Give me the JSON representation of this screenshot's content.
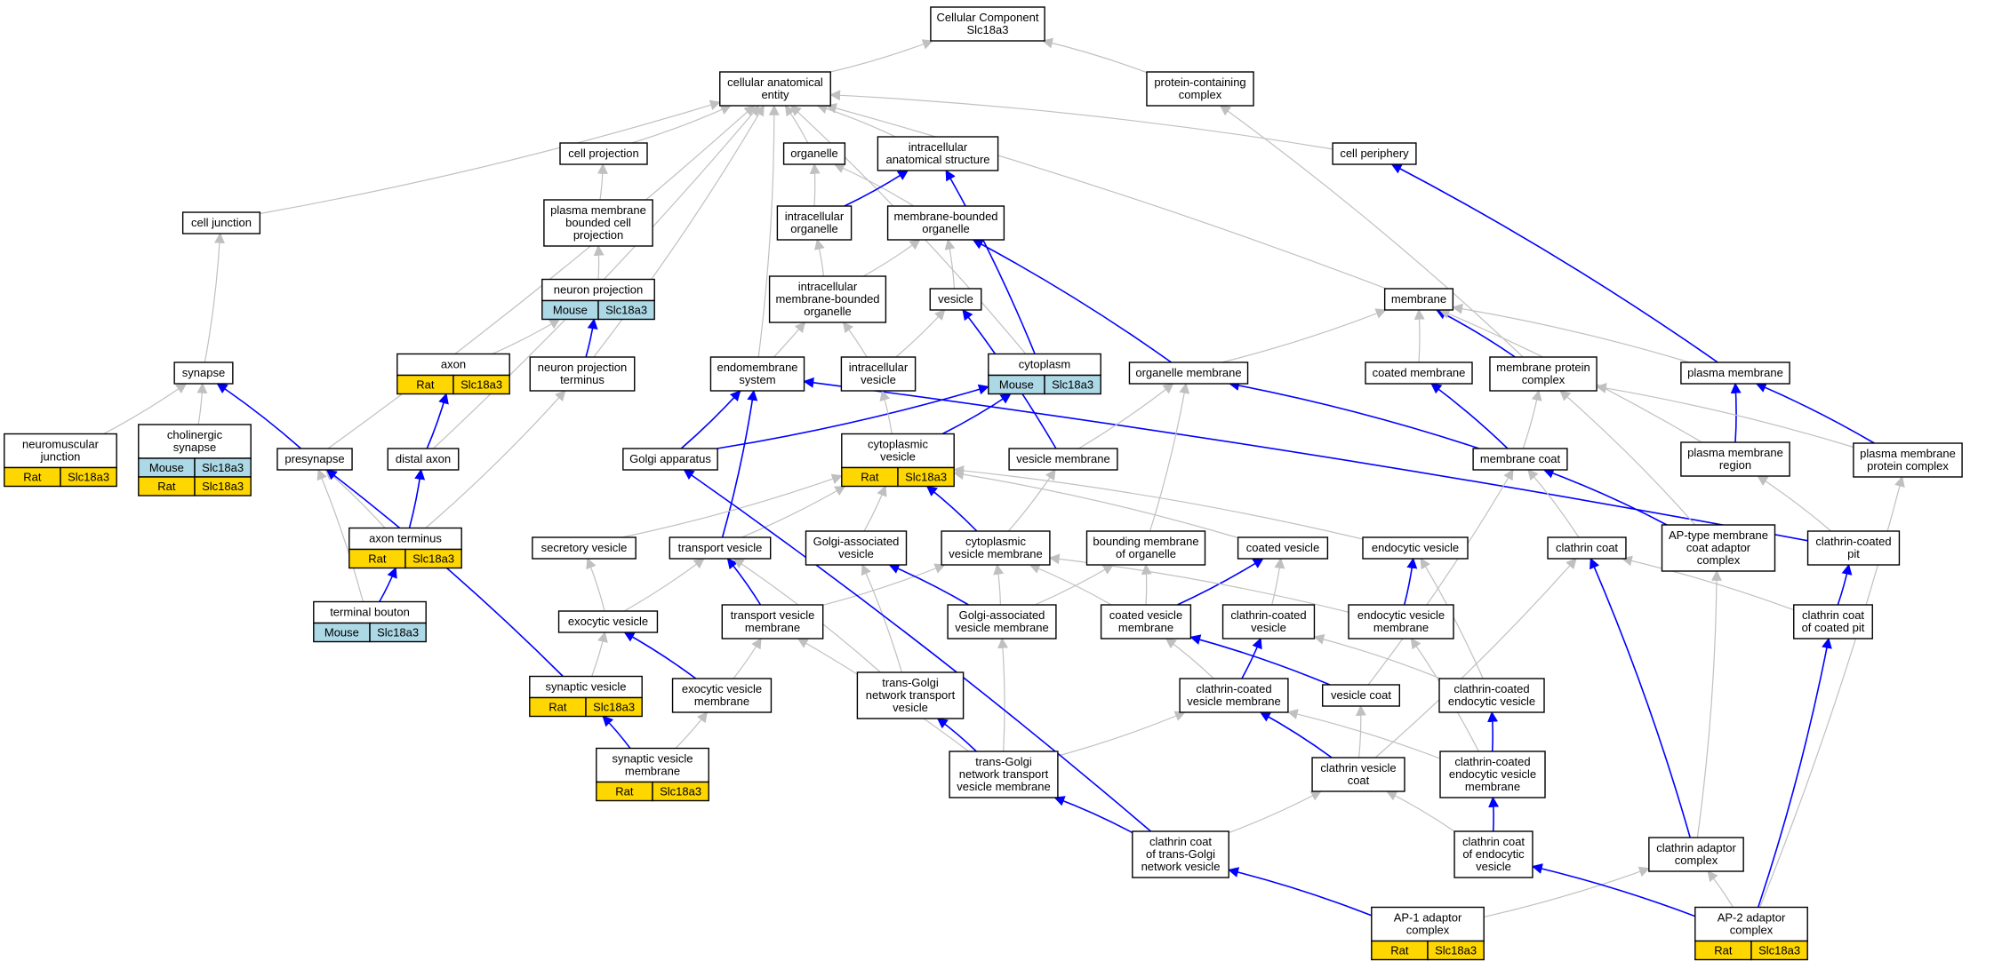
{
  "nodes": [
    {
      "id": "root",
      "label": [
        "Cellular Component",
        "Slc18a3"
      ]
    },
    {
      "id": "cae",
      "label": [
        "cellular anatomical",
        "entity"
      ]
    },
    {
      "id": "pcc",
      "label": [
        "protein-containing",
        "complex"
      ]
    },
    {
      "id": "cellproj",
      "label": [
        "cell projection"
      ]
    },
    {
      "id": "organelle",
      "label": [
        "organelle"
      ]
    },
    {
      "id": "ias",
      "label": [
        "intracellular",
        "anatomical structure"
      ]
    },
    {
      "id": "cellper",
      "label": [
        "cell periphery"
      ]
    },
    {
      "id": "celljunc",
      "label": [
        "cell junction"
      ]
    },
    {
      "id": "pmbcp",
      "label": [
        "plasma membrane",
        "bounded cell",
        "projection"
      ]
    },
    {
      "id": "intorg",
      "label": [
        "intracellular",
        "organelle"
      ]
    },
    {
      "id": "mbo",
      "label": [
        "membrane-bounded",
        "organelle"
      ]
    },
    {
      "id": "neuproj",
      "label": [
        "neuron projection"
      ],
      "tags": [
        {
          "org": "Mouse",
          "gene": "Slc18a3"
        }
      ]
    },
    {
      "id": "imbo",
      "label": [
        "intracellular",
        "membrane-bounded",
        "organelle"
      ]
    },
    {
      "id": "vesicle",
      "label": [
        "vesicle"
      ]
    },
    {
      "id": "membrane",
      "label": [
        "membrane"
      ]
    },
    {
      "id": "axon",
      "label": [
        "axon"
      ],
      "tags": [
        {
          "org": "Rat",
          "gene": "Slc18a3"
        }
      ]
    },
    {
      "id": "synapse",
      "label": [
        "synapse"
      ]
    },
    {
      "id": "npt",
      "label": [
        "neuron projection",
        "terminus"
      ]
    },
    {
      "id": "endomem",
      "label": [
        "endomembrane",
        "system"
      ]
    },
    {
      "id": "intves",
      "label": [
        "intracellular",
        "vesicle"
      ]
    },
    {
      "id": "cytoplasm",
      "label": [
        "cytoplasm"
      ],
      "tags": [
        {
          "org": "Mouse",
          "gene": "Slc18a3"
        }
      ]
    },
    {
      "id": "orgmem",
      "label": [
        "organelle membrane"
      ]
    },
    {
      "id": "coatmem",
      "label": [
        "coated membrane"
      ]
    },
    {
      "id": "mpc",
      "label": [
        "membrane protein",
        "complex"
      ]
    },
    {
      "id": "pm",
      "label": [
        "plasma membrane"
      ]
    },
    {
      "id": "nmj",
      "label": [
        "neuromuscular",
        "junction"
      ],
      "tags": [
        {
          "org": "Rat",
          "gene": "Slc18a3"
        }
      ]
    },
    {
      "id": "cholsyn",
      "label": [
        "cholinergic",
        "synapse"
      ],
      "tags": [
        {
          "org": "Mouse",
          "gene": "Slc18a3"
        },
        {
          "org": "Rat",
          "gene": "Slc18a3"
        }
      ]
    },
    {
      "id": "presyn",
      "label": [
        "presynapse"
      ]
    },
    {
      "id": "distaxon",
      "label": [
        "distal axon"
      ]
    },
    {
      "id": "golgi",
      "label": [
        "Golgi apparatus"
      ]
    },
    {
      "id": "cytoves",
      "label": [
        "cytoplasmic",
        "vesicle"
      ],
      "tags": [
        {
          "org": "Rat",
          "gene": "Slc18a3"
        }
      ]
    },
    {
      "id": "vesmem",
      "label": [
        "vesicle membrane"
      ]
    },
    {
      "id": "memcoat",
      "label": [
        "membrane coat"
      ]
    },
    {
      "id": "pmr",
      "label": [
        "plasma membrane",
        "region"
      ]
    },
    {
      "id": "pmpc",
      "label": [
        "plasma membrane",
        "protein complex"
      ]
    },
    {
      "id": "axonterm",
      "label": [
        "axon terminus"
      ],
      "tags": [
        {
          "org": "Rat",
          "gene": "Slc18a3"
        }
      ]
    },
    {
      "id": "secves",
      "label": [
        "secretory vesicle"
      ]
    },
    {
      "id": "transves",
      "label": [
        "transport vesicle"
      ]
    },
    {
      "id": "gav",
      "label": [
        "Golgi-associated",
        "vesicle"
      ]
    },
    {
      "id": "cvm",
      "label": [
        "cytoplasmic",
        "vesicle membrane"
      ]
    },
    {
      "id": "bmo",
      "label": [
        "bounding membrane",
        "of organelle"
      ]
    },
    {
      "id": "coatves",
      "label": [
        "coated vesicle"
      ]
    },
    {
      "id": "endoves",
      "label": [
        "endocytic vesicle"
      ]
    },
    {
      "id": "clathcoat",
      "label": [
        "clathrin coat"
      ]
    },
    {
      "id": "aptype",
      "label": [
        "AP-type membrane",
        "coat adaptor",
        "complex"
      ]
    },
    {
      "id": "ccpit",
      "label": [
        "clathrin-coated",
        "pit"
      ]
    },
    {
      "id": "termbout",
      "label": [
        "terminal bouton"
      ],
      "tags": [
        {
          "org": "Mouse",
          "gene": "Slc18a3"
        }
      ]
    },
    {
      "id": "exoves",
      "label": [
        "exocytic vesicle"
      ]
    },
    {
      "id": "tvm",
      "label": [
        "transport vesicle",
        "membrane"
      ]
    },
    {
      "id": "gavm",
      "label": [
        "Golgi-associated",
        "vesicle membrane"
      ]
    },
    {
      "id": "coatvesmem",
      "label": [
        "coated vesicle",
        "membrane"
      ]
    },
    {
      "id": "ccv",
      "label": [
        "clathrin-coated",
        "vesicle"
      ]
    },
    {
      "id": "evm",
      "label": [
        "endocytic vesicle",
        "membrane"
      ]
    },
    {
      "id": "ccocp",
      "label": [
        "clathrin coat",
        "of coated pit"
      ]
    },
    {
      "id": "synves",
      "label": [
        "synaptic vesicle"
      ],
      "tags": [
        {
          "org": "Rat",
          "gene": "Slc18a3"
        }
      ]
    },
    {
      "id": "exovm",
      "label": [
        "exocytic vesicle",
        "membrane"
      ]
    },
    {
      "id": "tgntv",
      "label": [
        "trans-Golgi",
        "network transport",
        "vesicle"
      ]
    },
    {
      "id": "ccvm",
      "label": [
        "clathrin-coated",
        "vesicle membrane"
      ]
    },
    {
      "id": "vescoat",
      "label": [
        "vesicle coat"
      ]
    },
    {
      "id": "ccev",
      "label": [
        "clathrin-coated",
        "endocytic vesicle"
      ]
    },
    {
      "id": "svm",
      "label": [
        "synaptic vesicle",
        "membrane"
      ],
      "tags": [
        {
          "org": "Rat",
          "gene": "Slc18a3"
        }
      ]
    },
    {
      "id": "tgntvm",
      "label": [
        "trans-Golgi",
        "network transport",
        "vesicle membrane"
      ]
    },
    {
      "id": "cvcoat",
      "label": [
        "clathrin vesicle",
        "coat"
      ]
    },
    {
      "id": "ccevm",
      "label": [
        "clathrin-coated",
        "endocytic vesicle",
        "membrane"
      ]
    },
    {
      "id": "cctgn",
      "label": [
        "clathrin coat",
        "of trans-Golgi",
        "network vesicle"
      ]
    },
    {
      "id": "ccoev",
      "label": [
        "clathrin coat",
        "of endocytic",
        "vesicle"
      ]
    },
    {
      "id": "clathadapt",
      "label": [
        "clathrin adaptor",
        "complex"
      ]
    },
    {
      "id": "ap1",
      "label": [
        "AP-1 adaptor",
        "complex"
      ],
      "tags": [
        {
          "org": "Rat",
          "gene": "Slc18a3"
        }
      ]
    },
    {
      "id": "ap2",
      "label": [
        "AP-2 adaptor",
        "complex"
      ],
      "tags": [
        {
          "org": "Rat",
          "gene": "Slc18a3"
        }
      ]
    }
  ],
  "edges": [
    {
      "from": "cae",
      "to": "root",
      "kind": "is_a"
    },
    {
      "from": "pcc",
      "to": "root",
      "kind": "is_a"
    },
    {
      "from": "cellproj",
      "to": "cae",
      "kind": "is_a"
    },
    {
      "from": "organelle",
      "to": "cae",
      "kind": "is_a"
    },
    {
      "from": "ias",
      "to": "cae",
      "kind": "is_a"
    },
    {
      "from": "cellper",
      "to": "cae",
      "kind": "is_a"
    },
    {
      "from": "celljunc",
      "to": "cae",
      "kind": "is_a"
    },
    {
      "from": "presyn",
      "to": "cae",
      "kind": "is_a"
    },
    {
      "from": "distaxon",
      "to": "cae",
      "kind": "is_a"
    },
    {
      "from": "npt",
      "to": "cae",
      "kind": "is_a"
    },
    {
      "from": "endomem",
      "to": "cae",
      "kind": "is_a"
    },
    {
      "from": "membrane",
      "to": "cae",
      "kind": "is_a"
    },
    {
      "from": "cytoplasm",
      "to": "cae",
      "kind": "is_a"
    },
    {
      "from": "pmbcp",
      "to": "cellproj",
      "kind": "is_a"
    },
    {
      "from": "neuproj",
      "to": "pmbcp",
      "kind": "is_a"
    },
    {
      "from": "intorg",
      "to": "organelle",
      "kind": "is_a"
    },
    {
      "from": "mbo",
      "to": "organelle",
      "kind": "is_a"
    },
    {
      "from": "intorg",
      "to": "ias",
      "kind": "part_of"
    },
    {
      "from": "cytoplasm",
      "to": "ias",
      "kind": "part_of"
    },
    {
      "from": "pm",
      "to": "cellper",
      "kind": "part_of"
    },
    {
      "from": "synapse",
      "to": "celljunc",
      "kind": "is_a"
    },
    {
      "from": "imbo",
      "to": "intorg",
      "kind": "is_a"
    },
    {
      "from": "imbo",
      "to": "mbo",
      "kind": "is_a"
    },
    {
      "from": "vesicle",
      "to": "mbo",
      "kind": "is_a"
    },
    {
      "from": "orgmem",
      "to": "mbo",
      "kind": "part_of"
    },
    {
      "from": "axon",
      "to": "neuproj",
      "kind": "is_a"
    },
    {
      "from": "npt",
      "to": "neuproj",
      "kind": "part_of"
    },
    {
      "from": "golgi",
      "to": "imbo",
      "kind": "is_a"
    },
    {
      "from": "intves",
      "to": "imbo",
      "kind": "is_a"
    },
    {
      "from": "intves",
      "to": "vesicle",
      "kind": "is_a"
    },
    {
      "from": "vesmem",
      "to": "vesicle",
      "kind": "part_of"
    },
    {
      "from": "orgmem",
      "to": "membrane",
      "kind": "is_a"
    },
    {
      "from": "coatmem",
      "to": "membrane",
      "kind": "is_a"
    },
    {
      "from": "mpc",
      "to": "membrane",
      "kind": "part_of"
    },
    {
      "from": "pm",
      "to": "membrane",
      "kind": "is_a"
    },
    {
      "from": "pmr",
      "to": "membrane",
      "kind": "is_a"
    },
    {
      "from": "mpc",
      "to": "pcc",
      "kind": "is_a"
    },
    {
      "from": "distaxon",
      "to": "axon",
      "kind": "part_of"
    },
    {
      "from": "nmj",
      "to": "synapse",
      "kind": "is_a"
    },
    {
      "from": "cholsyn",
      "to": "synapse",
      "kind": "is_a"
    },
    {
      "from": "presyn",
      "to": "synapse",
      "kind": "part_of"
    },
    {
      "from": "axonterm",
      "to": "npt",
      "kind": "is_a"
    },
    {
      "from": "golgi",
      "to": "endomem",
      "kind": "part_of"
    },
    {
      "from": "golgi",
      "to": "cytoplasm",
      "kind": "part_of"
    },
    {
      "from": "transves",
      "to": "endomem",
      "kind": "part_of"
    },
    {
      "from": "ccpit",
      "to": "endomem",
      "kind": "part_of"
    },
    {
      "from": "cytoves",
      "to": "intves",
      "kind": "is_a"
    },
    {
      "from": "cytoves",
      "to": "cytoplasm",
      "kind": "part_of"
    },
    {
      "from": "vesmem",
      "to": "orgmem",
      "kind": "is_a"
    },
    {
      "from": "bmo",
      "to": "orgmem",
      "kind": "is_a"
    },
    {
      "from": "memcoat",
      "to": "coatmem",
      "kind": "part_of"
    },
    {
      "from": "memcoat",
      "to": "mpc",
      "kind": "is_a"
    },
    {
      "from": "memcoat",
      "to": "orgmem",
      "kind": "part_of"
    },
    {
      "from": "pmr",
      "to": "pm",
      "kind": "part_of"
    },
    {
      "from": "pmpc",
      "to": "pm",
      "kind": "part_of"
    },
    {
      "from": "pmpc",
      "to": "mpc",
      "kind": "is_a"
    },
    {
      "from": "axonterm",
      "to": "distaxon",
      "kind": "part_of"
    },
    {
      "from": "axonterm",
      "to": "presyn",
      "kind": "is_a"
    },
    {
      "from": "termbout",
      "to": "axonterm",
      "kind": "part_of"
    },
    {
      "from": "termbout",
      "to": "presyn",
      "kind": "is_a"
    },
    {
      "from": "secves",
      "to": "cytoves",
      "kind": "is_a"
    },
    {
      "from": "transves",
      "to": "cytoves",
      "kind": "is_a"
    },
    {
      "from": "gav",
      "to": "cytoves",
      "kind": "is_a"
    },
    {
      "from": "coatves",
      "to": "cytoves",
      "kind": "is_a"
    },
    {
      "from": "endoves",
      "to": "cytoves",
      "kind": "is_a"
    },
    {
      "from": "cvm",
      "to": "cytoves",
      "kind": "part_of"
    },
    {
      "from": "cvm",
      "to": "vesmem",
      "kind": "is_a"
    },
    {
      "from": "clathcoat",
      "to": "memcoat",
      "kind": "is_a"
    },
    {
      "from": "aptype",
      "to": "memcoat",
      "kind": "part_of"
    },
    {
      "from": "aptype",
      "to": "mpc",
      "kind": "is_a"
    },
    {
      "from": "ccpit",
      "to": "pmr",
      "kind": "is_a"
    },
    {
      "from": "exoves",
      "to": "secves",
      "kind": "is_a"
    },
    {
      "from": "exoves",
      "to": "transves",
      "kind": "is_a"
    },
    {
      "from": "tvm",
      "to": "transves",
      "kind": "part_of"
    },
    {
      "from": "tvm",
      "to": "cvm",
      "kind": "is_a"
    },
    {
      "from": "gavm",
      "to": "gav",
      "kind": "part_of"
    },
    {
      "from": "gavm",
      "to": "cvm",
      "kind": "is_a"
    },
    {
      "from": "gavm",
      "to": "bmo",
      "kind": "is_a"
    },
    {
      "from": "coatvesmem",
      "to": "coatves",
      "kind": "part_of"
    },
    {
      "from": "coatvesmem",
      "to": "bmo",
      "kind": "is_a"
    },
    {
      "from": "coatvesmem",
      "to": "cvm",
      "kind": "is_a"
    },
    {
      "from": "ccv",
      "to": "coatves",
      "kind": "is_a"
    },
    {
      "from": "evm",
      "to": "endoves",
      "kind": "part_of"
    },
    {
      "from": "evm",
      "to": "cvm",
      "kind": "is_a"
    },
    {
      "from": "ccocp",
      "to": "clathcoat",
      "kind": "is_a"
    },
    {
      "from": "ccocp",
      "to": "ccpit",
      "kind": "part_of"
    },
    {
      "from": "synves",
      "to": "presyn",
      "kind": "part_of"
    },
    {
      "from": "synves",
      "to": "exoves",
      "kind": "is_a"
    },
    {
      "from": "exovm",
      "to": "exoves",
      "kind": "part_of"
    },
    {
      "from": "exovm",
      "to": "tvm",
      "kind": "is_a"
    },
    {
      "from": "tgntv",
      "to": "gav",
      "kind": "is_a"
    },
    {
      "from": "tgntv",
      "to": "transves",
      "kind": "is_a"
    },
    {
      "from": "ccvm",
      "to": "ccv",
      "kind": "part_of"
    },
    {
      "from": "ccvm",
      "to": "coatvesmem",
      "kind": "is_a"
    },
    {
      "from": "vescoat",
      "to": "coatvesmem",
      "kind": "part_of"
    },
    {
      "from": "vescoat",
      "to": "memcoat",
      "kind": "is_a"
    },
    {
      "from": "ccev",
      "to": "endoves",
      "kind": "is_a"
    },
    {
      "from": "ccev",
      "to": "ccv",
      "kind": "is_a"
    },
    {
      "from": "svm",
      "to": "synves",
      "kind": "part_of"
    },
    {
      "from": "svm",
      "to": "exovm",
      "kind": "is_a"
    },
    {
      "from": "tgntvm",
      "to": "tgntv",
      "kind": "part_of"
    },
    {
      "from": "tgntvm",
      "to": "gavm",
      "kind": "is_a"
    },
    {
      "from": "tgntvm",
      "to": "tvm",
      "kind": "is_a"
    },
    {
      "from": "tgntvm",
      "to": "ccvm",
      "kind": "is_a"
    },
    {
      "from": "cvcoat",
      "to": "ccvm",
      "kind": "part_of"
    },
    {
      "from": "cvcoat",
      "to": "vescoat",
      "kind": "is_a"
    },
    {
      "from": "cvcoat",
      "to": "clathcoat",
      "kind": "is_a"
    },
    {
      "from": "ccevm",
      "to": "ccev",
      "kind": "part_of"
    },
    {
      "from": "ccevm",
      "to": "ccvm",
      "kind": "is_a"
    },
    {
      "from": "ccevm",
      "to": "evm",
      "kind": "is_a"
    },
    {
      "from": "cctgn",
      "to": "tgntvm",
      "kind": "part_of"
    },
    {
      "from": "cctgn",
      "to": "cvcoat",
      "kind": "is_a"
    },
    {
      "from": "cctgn",
      "to": "golgi",
      "kind": "part_of"
    },
    {
      "from": "ccoev",
      "to": "ccevm",
      "kind": "part_of"
    },
    {
      "from": "ccoev",
      "to": "cvcoat",
      "kind": "is_a"
    },
    {
      "from": "clathadapt",
      "to": "clathcoat",
      "kind": "part_of"
    },
    {
      "from": "clathadapt",
      "to": "aptype",
      "kind": "is_a"
    },
    {
      "from": "ap1",
      "to": "cctgn",
      "kind": "part_of"
    },
    {
      "from": "ap1",
      "to": "clathadapt",
      "kind": "is_a"
    },
    {
      "from": "ap2",
      "to": "ccoev",
      "kind": "part_of"
    },
    {
      "from": "ap2",
      "to": "clathadapt",
      "kind": "is_a"
    },
    {
      "from": "ap2",
      "to": "ccocp",
      "kind": "part_of"
    },
    {
      "from": "ap2",
      "to": "pmpc",
      "kind": "is_a"
    }
  ],
  "colors": {
    "mouse_fill": "#add8e6",
    "rat_fill": "#ffd700",
    "is_a_edge": "#c0c0c0",
    "part_of_edge": "#0000ff",
    "node_border": "#000000",
    "node_fill": "#ffffff"
  }
}
